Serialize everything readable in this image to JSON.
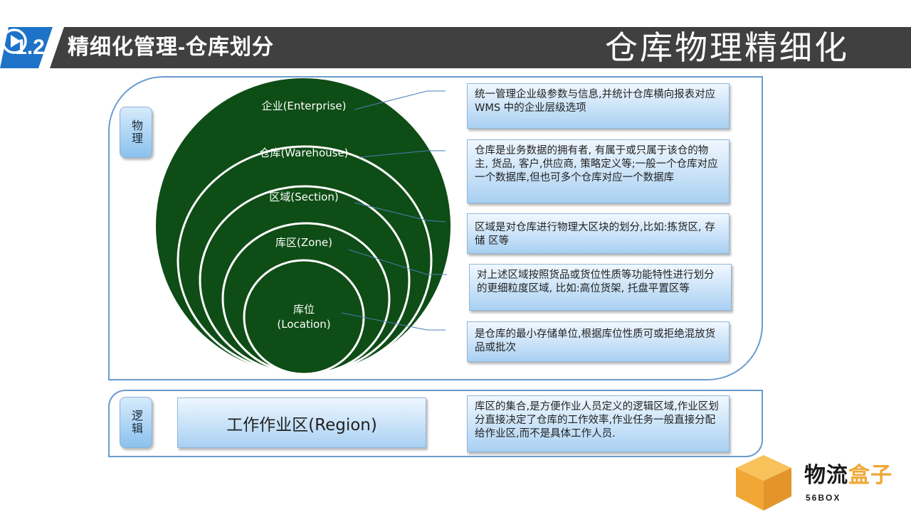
{
  "header": {
    "section_number": "1.2",
    "section_title": "精细化管理-仓库划分",
    "right_title": "仓库物理精细化"
  },
  "tags": {
    "physical": "物理",
    "logical": "逻辑"
  },
  "levels": [
    {
      "label": "企业(Enterprise)"
    },
    {
      "label": "仓库(Warehouse)"
    },
    {
      "label": "区域(Section)"
    },
    {
      "label": "库区(Zone)"
    },
    {
      "label": "库位\n(Location)"
    }
  ],
  "descriptions": [
    "统一管理企业级参数与信息,并统计仓库横向报表对应WMS 中的企业层级选项",
    "仓库是业务数据的拥有者, 有属于或只属于该仓的物主, 货品, 客户,供应商, 策略定义等;一般一个仓库对应一个数据库,但也可多个仓库对应一个数据库",
    "区域是对仓库进行物理大区块的划分,比如:拣货区, 存储 区等",
    "对上述区域按照货品或货位性质等功能特性进行划分的更细粒度区域, 比如:高位货架, 托盘平置区等",
    "是仓库的最小存储单位,根据库位性质可或拒绝混放货品或批次"
  ],
  "region": {
    "label": "工作作业区(Region)",
    "description": "库区的集合,是方便作业人员定义的逻辑区域,作业区划分直接决定了仓库的工作效率,作业任务一般直接分配给作业区,而不是具体工作人员."
  },
  "logo": {
    "text_main": "物流",
    "text_accent": "盒子",
    "sub": "56BOX"
  },
  "colors": {
    "circle_fill": "#0e4d16",
    "header_bar": "#404040",
    "section_blue": "#1e73c8",
    "frame": "#6a9ccc",
    "logo_orange": "#f0a736"
  }
}
